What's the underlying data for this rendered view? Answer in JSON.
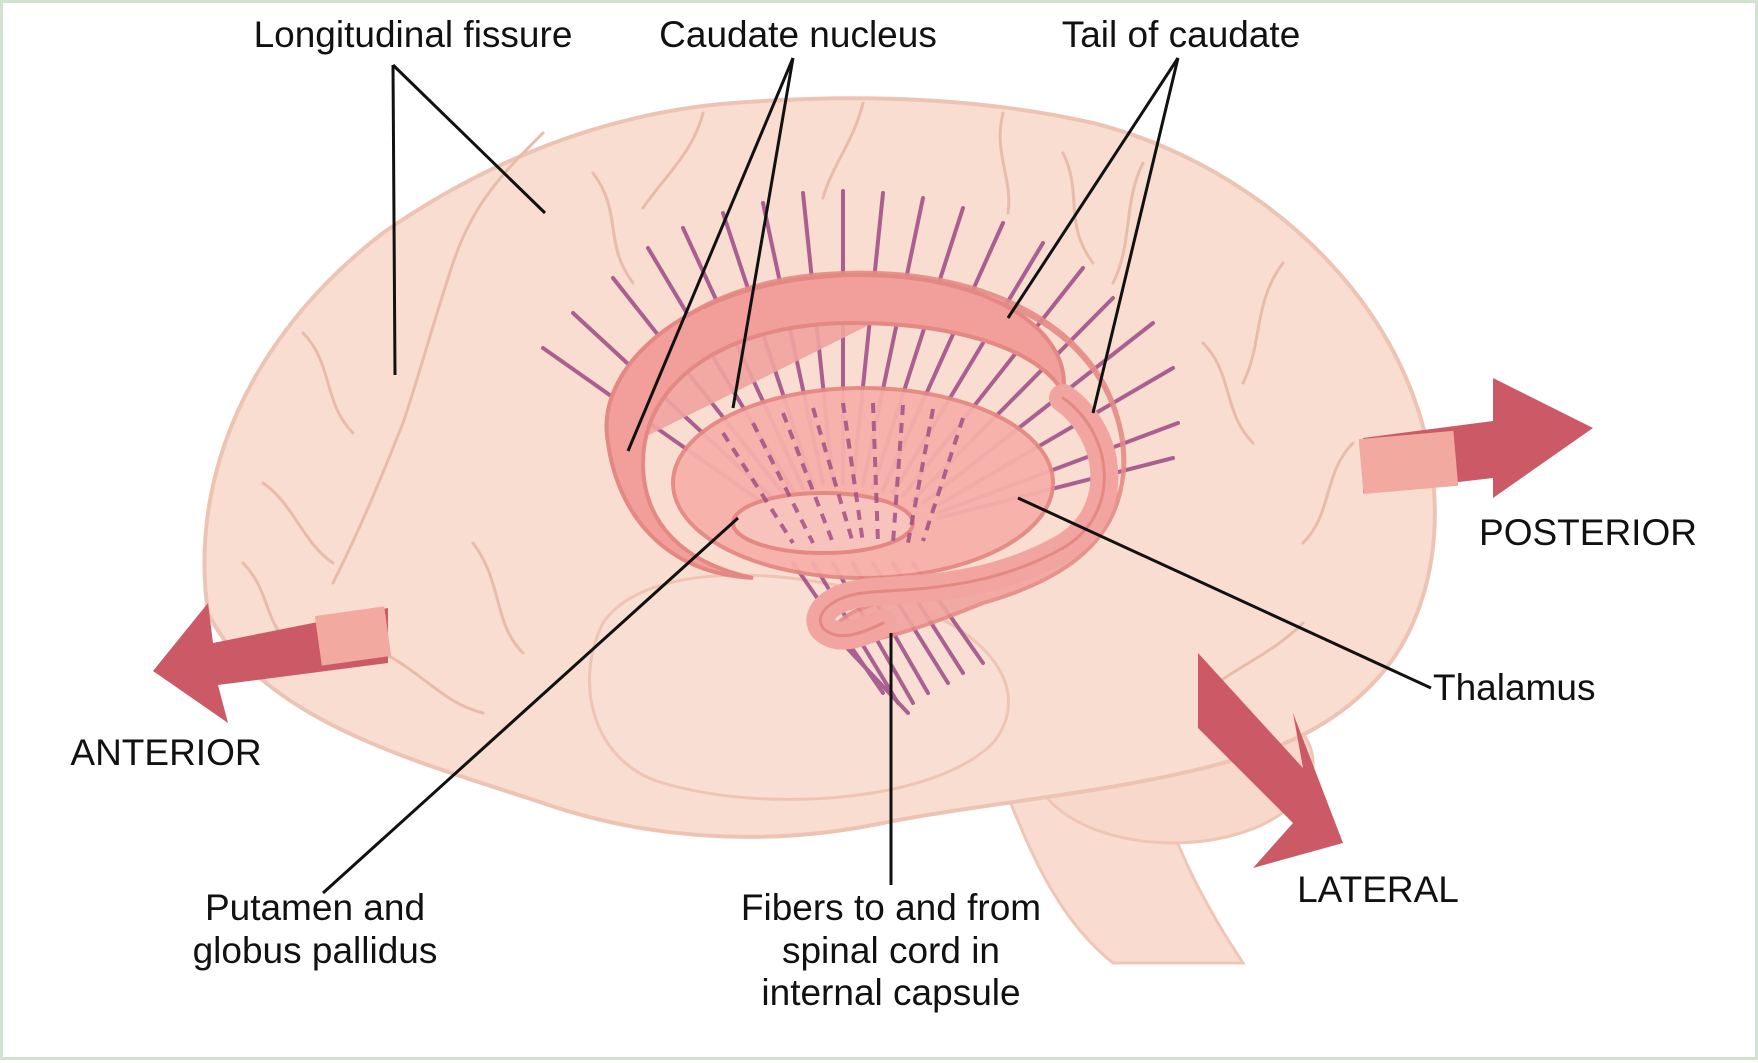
{
  "labels": {
    "longitudinal_fissure": "Longitudinal fissure",
    "caudate_nucleus": "Caudate nucleus",
    "tail_of_caudate": "Tail of caudate",
    "posterior": "POSTERIOR",
    "thalamus": "Thalamus",
    "anterior": "ANTERIOR",
    "lateral": "LATERAL",
    "putamen": [
      "Putamen and",
      "globus pallidus"
    ],
    "fibers": [
      "Fibers to and from",
      "spinal cord in",
      "internal capsule"
    ]
  },
  "colors": {
    "brain": "#f8ddd0",
    "brain_outline": "#edc4b4",
    "gyri_lines": "#e8bcab",
    "basal_ganglia": "#f2a4a0",
    "basal_ganglia_outline": "#e58a86",
    "fibers": "#9d4a86",
    "arrow": "#cc5a66",
    "arrow_light": "#f2aaa0",
    "leader_line": "#111111",
    "border": "#cfe3cf"
  }
}
